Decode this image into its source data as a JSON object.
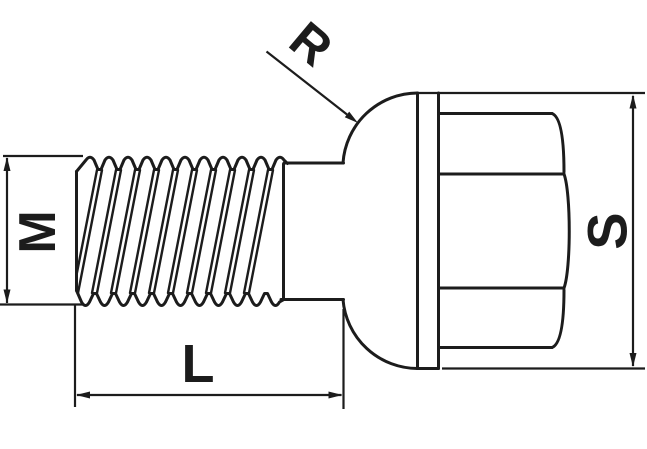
{
  "diagram": {
    "labels": {
      "R": "R",
      "M": "M",
      "L": "L",
      "S": "S"
    },
    "colors": {
      "line": "#1c1c1c",
      "background": "#ffffff"
    }
  }
}
